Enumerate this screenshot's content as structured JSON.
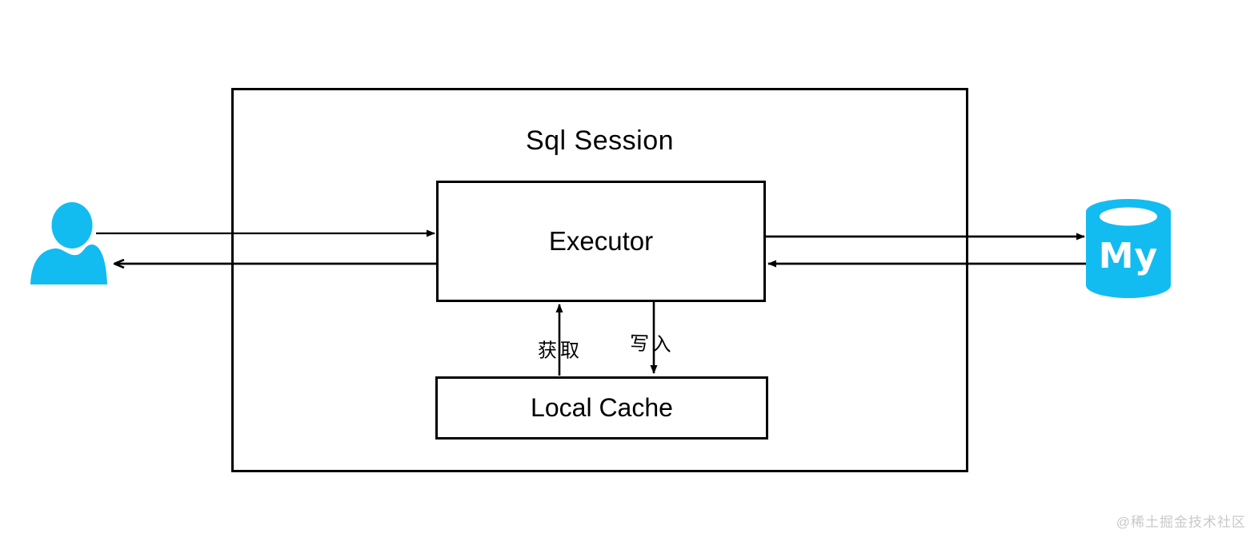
{
  "diagram": {
    "session_title": "Sql Session",
    "executor_label": "Executor",
    "local_cache_label": "Local Cache",
    "fetch_label": "获取",
    "write_label": "写入",
    "database_text": "My"
  },
  "icons": {
    "user_icon": "user-silhouette",
    "database_icon": "mysql-database-cylinder"
  },
  "colors": {
    "accent_cyan": "#13BCF0",
    "line_black": "#000000",
    "watermark_gray": "#C9C9C9"
  },
  "watermark": "@稀土掘金技术社区"
}
